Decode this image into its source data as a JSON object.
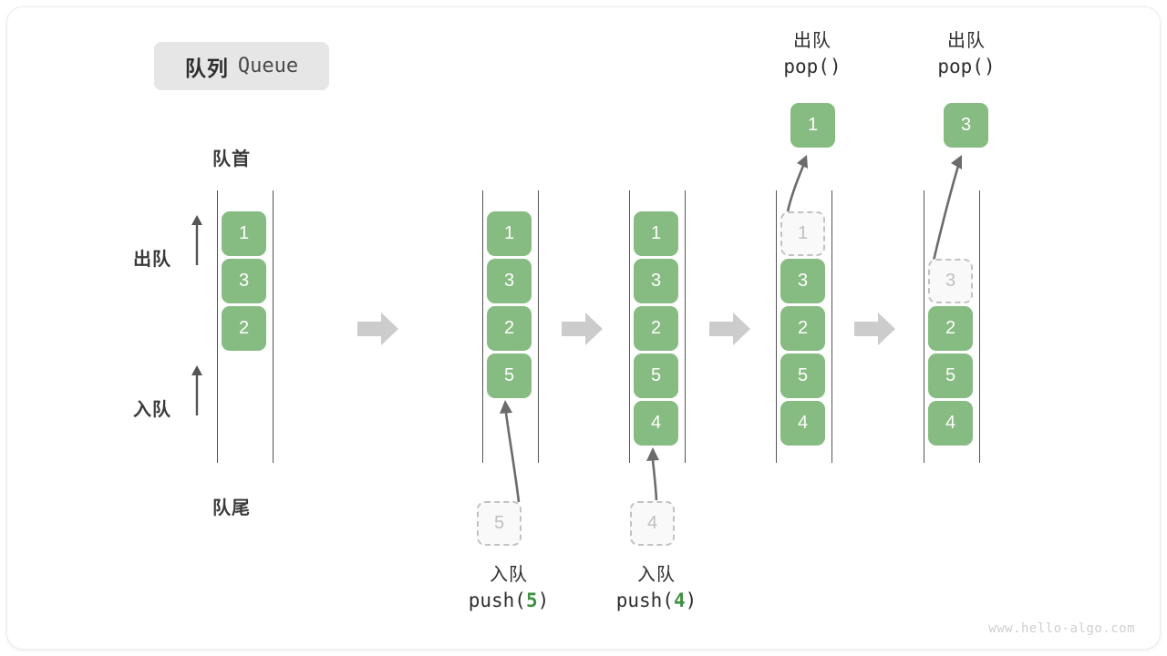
{
  "title": {
    "cn": "队列",
    "en": "Queue"
  },
  "labels": {
    "head": "队首",
    "tail": "队尾",
    "dequeue": "出队",
    "enqueue": "入队"
  },
  "watermark": "www.hello-algo.com",
  "colors": {
    "element": "#86bb81",
    "ghost_fill": "#f9f9f9",
    "ghost_border": "#c2c2c2",
    "rail": "#555555",
    "step_arrow": "#cccccc",
    "accent_code": "#3f9142",
    "badge_bg": "#e6e6e6"
  },
  "icons": {
    "step": "right-arrow-icon",
    "up": "up-arrow-icon",
    "push": "push-arrow-icon",
    "pop": "pop-arrow-icon"
  },
  "columns": [
    {
      "id": "initial",
      "caption_cn": "",
      "caption_code": "",
      "items": [
        "1",
        "3",
        "2"
      ],
      "ghost_index": -1,
      "pending": null
    },
    {
      "id": "push-5",
      "caption_cn": "入队",
      "caption_code_prefix": "push(",
      "caption_code_arg": "5",
      "caption_code_suffix": ")",
      "items": [
        "1",
        "3",
        "2",
        "5"
      ],
      "ghost_index": -1,
      "pending": "5"
    },
    {
      "id": "push-4",
      "caption_cn": "入队",
      "caption_code_prefix": "push(",
      "caption_code_arg": "4",
      "caption_code_suffix": ")",
      "items": [
        "1",
        "3",
        "2",
        "5",
        "4"
      ],
      "ghost_index": -1,
      "pending": "4"
    },
    {
      "id": "pop-1",
      "caption_cn": "出队",
      "caption_code_prefix": "pop(",
      "caption_code_arg": "",
      "caption_code_suffix": ")",
      "items": [
        "1",
        "3",
        "2",
        "5",
        "4"
      ],
      "ghost_index": 0,
      "popped": "1"
    },
    {
      "id": "pop-3",
      "caption_cn": "出队",
      "caption_code_prefix": "pop(",
      "caption_code_arg": "",
      "caption_code_suffix": ")",
      "items": [
        "",
        "3",
        "2",
        "5",
        "4"
      ],
      "ghost_index": 1,
      "popped": "3"
    }
  ]
}
